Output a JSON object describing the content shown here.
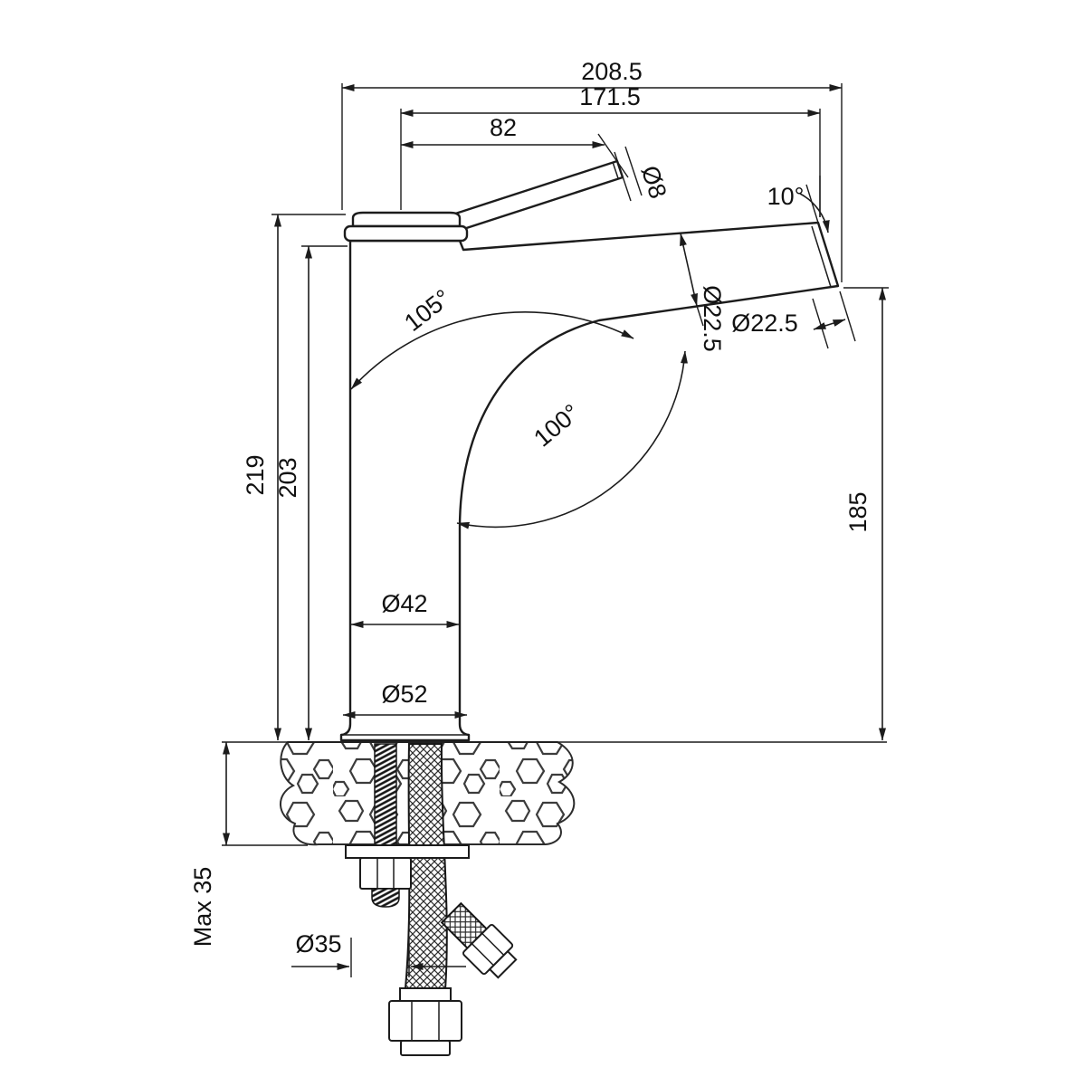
{
  "drawing": {
    "type": "technical dimension drawing",
    "subject": "tall single-lever basin mixer faucet, side elevation with mounting hardware",
    "line_color": "#1c1c1c",
    "background": "#ffffff"
  },
  "dims": {
    "overall_reach": "208.5",
    "spout_reach": "171.5",
    "handle_length": "82",
    "handle_diameter": "Ø8",
    "outlet_angle": "10°",
    "handle_open_angle": "105°",
    "spout_diameter_axial": "Ø22.5",
    "spout_diameter": "Ø22.5",
    "swivel_angle": "100°",
    "total_height": "219",
    "body_height": "203",
    "outlet_height": "185",
    "body_diameter": "Ø42",
    "base_diameter": "Ø52",
    "max_deck_thickness": "Max 35",
    "hole_diameter": "Ø35"
  }
}
